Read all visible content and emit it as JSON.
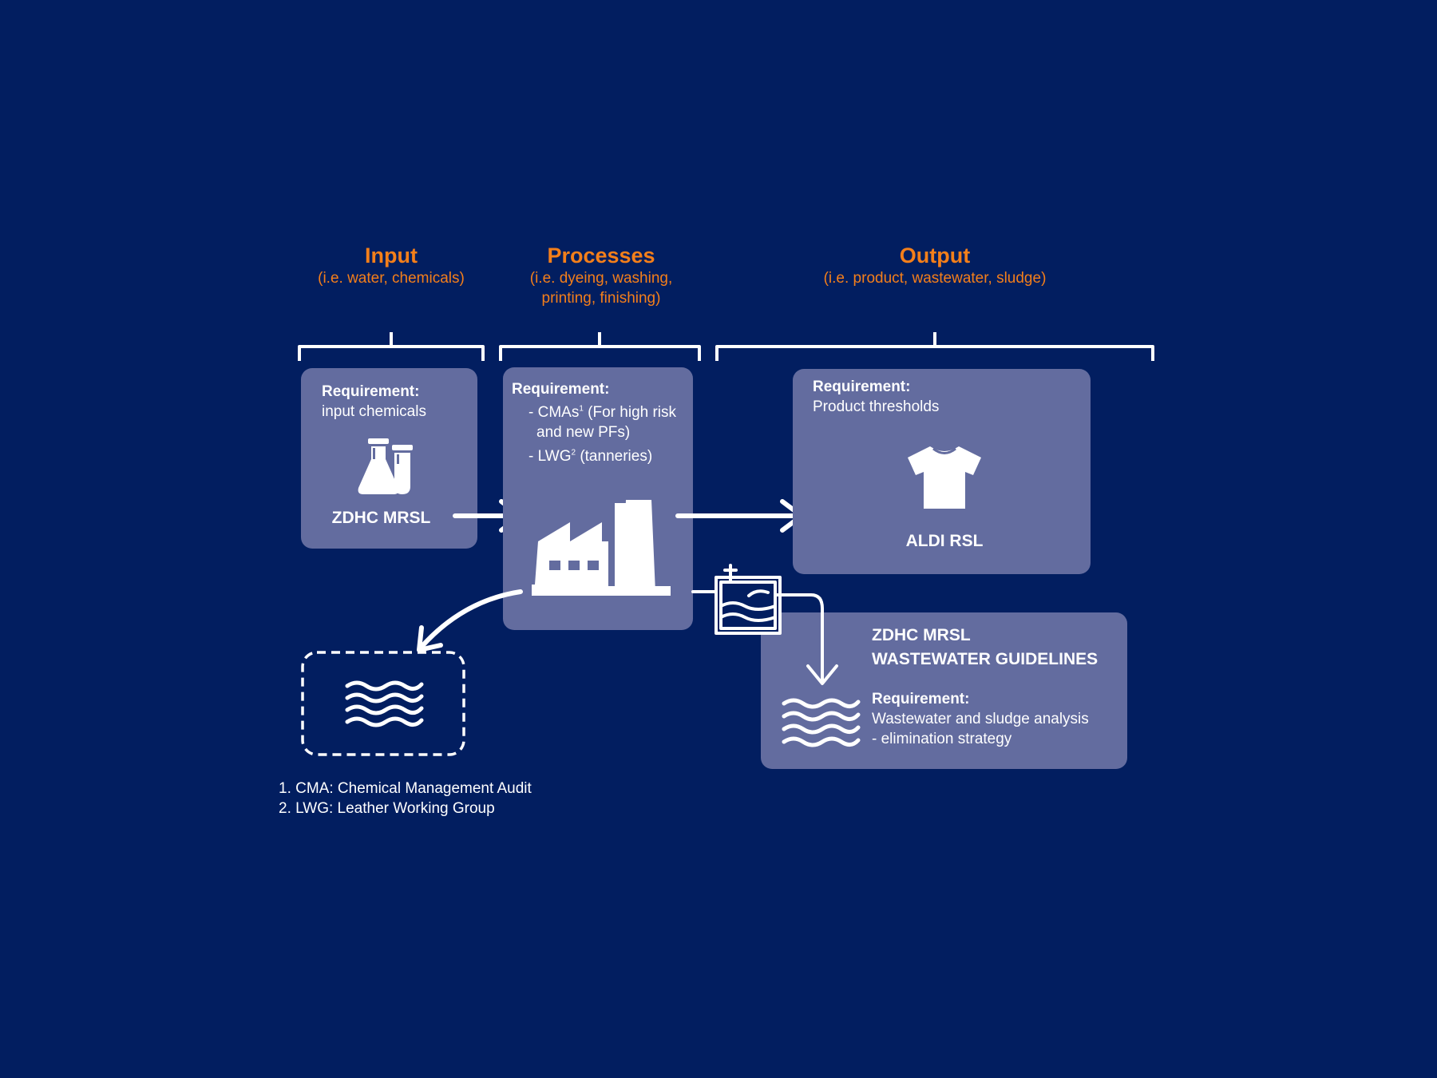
{
  "columns": {
    "input": {
      "title": "Input",
      "subtitle": "(i.e. water, chemicals)"
    },
    "processes": {
      "title": "Processes",
      "subtitle_line1": "(i.e. dyeing, washing,",
      "subtitle_line2": "printing, finishing)"
    },
    "output": {
      "title": "Output",
      "subtitle": "(i.e. product, wastewater, sludge)"
    }
  },
  "input_box": {
    "req_label": "Requirement:",
    "req_text": "input chemicals",
    "icon": "chemicals-icon",
    "label": "ZDHC MRSL"
  },
  "process_box": {
    "req_label": "Requirement:",
    "line1_pre": "- CMAs",
    "line1_sup": "1",
    "line1_post": " (For high risk",
    "line2": "and new PFs)",
    "line3_pre": "- LWG",
    "line3_sup": "2",
    "line3_post": " (tanneries)",
    "icon": "factory-icon"
  },
  "output_box": {
    "req_label": "Requirement:",
    "req_text": "Product thresholds",
    "icon": "tshirt-icon",
    "label": "ALDI RSL"
  },
  "wastewater_box": {
    "title_line1": "ZDHC MRSL",
    "title_line2": "WASTEWATER GUIDELINES",
    "req_label": "Requirement:",
    "req_line1": "Wastewater and sludge analysis",
    "req_line2": "- elimination strategy",
    "icon": "water-waves-icon"
  },
  "footnotes": [
    "1. CMA: Chemical Management Audit",
    "2. LWG: Leather Working Group"
  ],
  "colors": {
    "background": "#021e60",
    "box": "#636c9f",
    "accent": "#f47f1a",
    "text": "#ffffff"
  }
}
